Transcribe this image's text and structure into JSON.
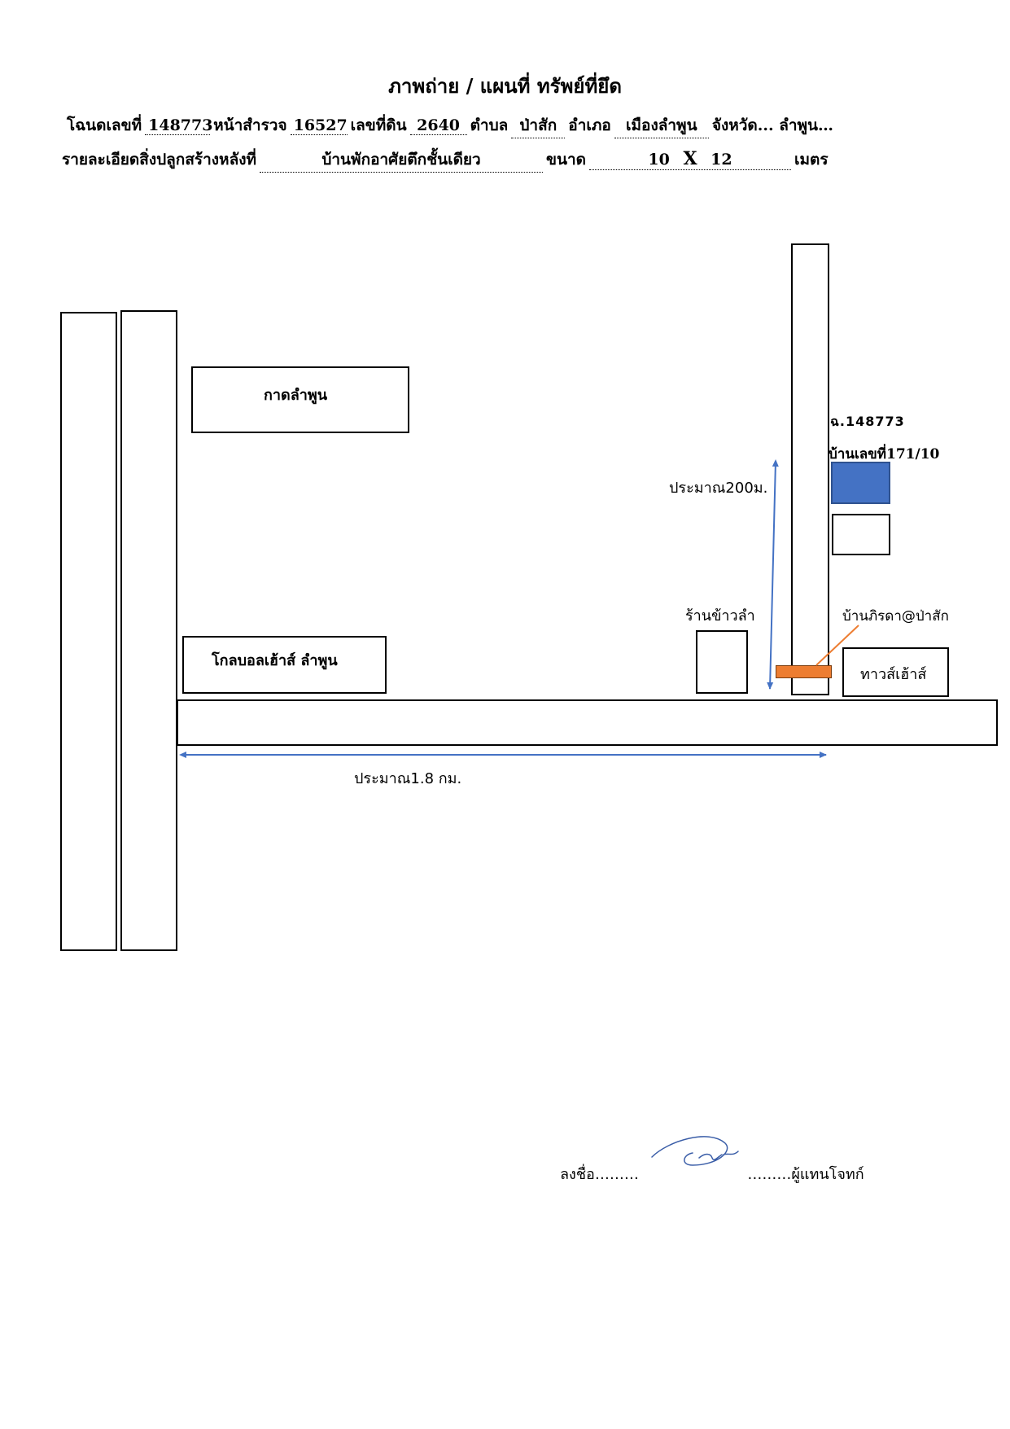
{
  "header": {
    "title": "ภาพถ่าย / แผนที่ ทรัพย์ที่ยึด",
    "line1": {
      "deed_label": "โฉนดเลขที่",
      "deed_no": "148773",
      "survey_label": "หน้าสำรวจ",
      "survey_no": "16527",
      "land_label": "เลขที่ดิน",
      "land_no": "2640",
      "subdistrict_label": "ตำบล",
      "subdistrict": "ป่าสัก",
      "district_label": "อำเภอ",
      "district": "เมืองลำพูน",
      "province_text": "จังหวัด... ลำพูน…"
    },
    "line2": {
      "detail_label": "รายละเอียดสิ่งปลูกสร้างหลังที่",
      "detail": "บ้านพักอาศัยตึกชั้นเดียว",
      "size_label": "ขนาด",
      "size_a": "10",
      "size_x": "X",
      "size_b": "12",
      "unit": "เมตร"
    }
  },
  "map": {
    "place_kad": "กาดลำพูน",
    "place_global": "โกลบอลเฮ้าส์ ลำพูน",
    "place_rice_shop": "ร้านข้าวลำ",
    "place_phirada": "บ้านภิรดา@ป่าสัก",
    "place_townhouse": "ทาวส์เฮ้าส์",
    "deed_ref": "ฉ.148773",
    "house_no": "บ้านเลขที่171/10",
    "dist_200": "ประมาณ200ม.",
    "dist_18": "ประมาณ1.8 กม.",
    "colors": {
      "arrow": "#4472c4",
      "target_house": "#4472c4",
      "marker": "#ed7d31"
    }
  },
  "signature": {
    "prefix": "ลงชื่อ………",
    "suffix": "………ผู้แทนโจทก์"
  }
}
